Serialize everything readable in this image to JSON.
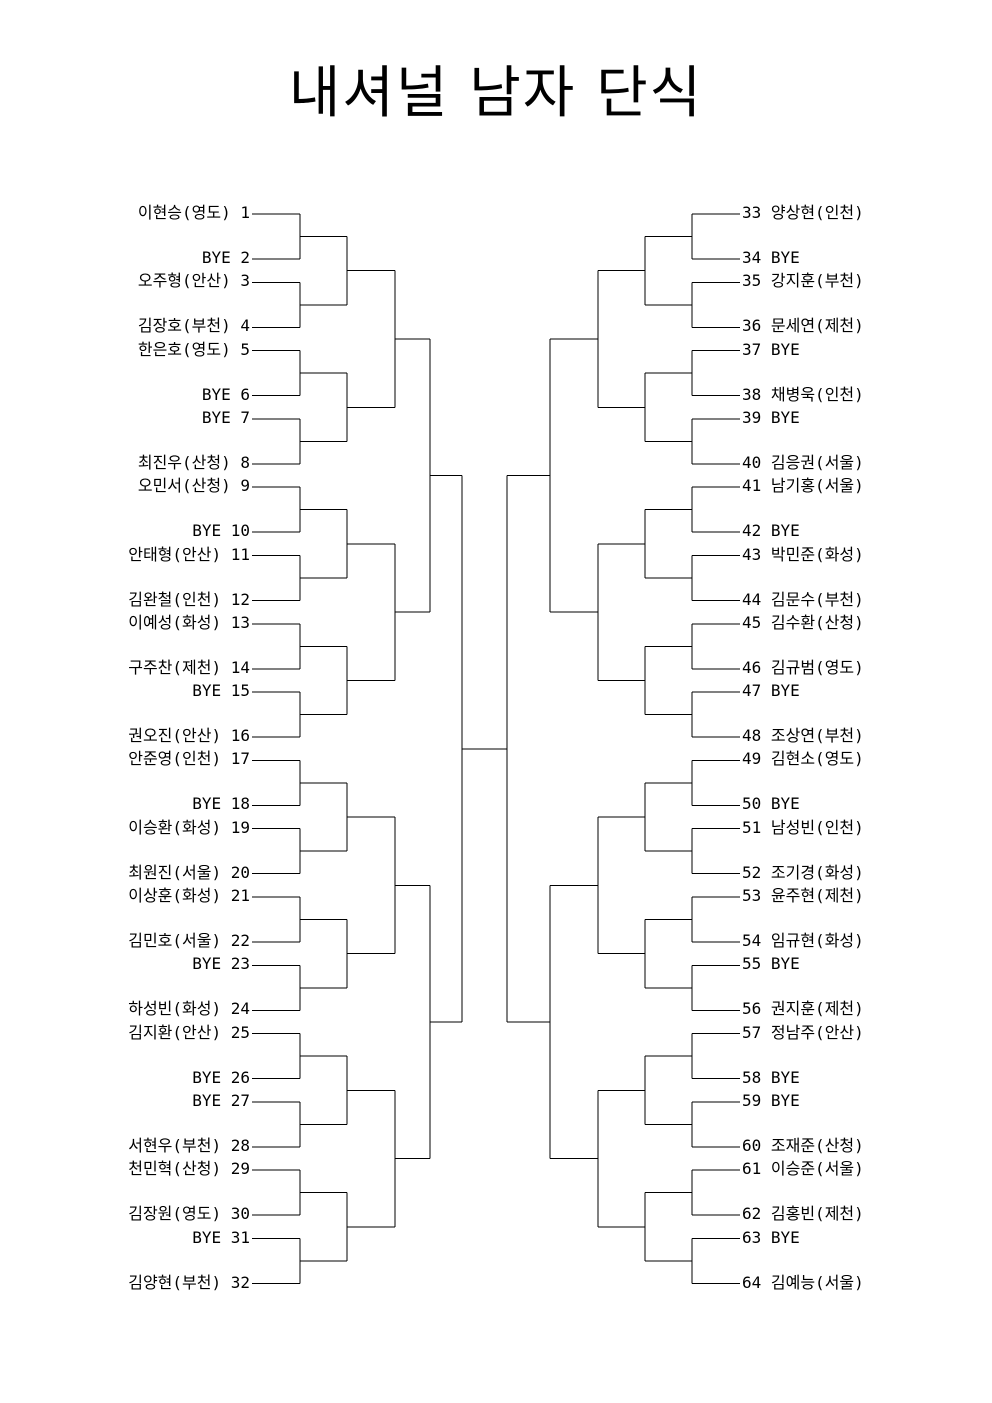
{
  "title": "내셔널 남자 단식",
  "left_players": [
    "이현승(영도) 1",
    "BYE 2",
    "오주형(안산) 3",
    "김장호(부천) 4",
    "한은호(영도) 5",
    "BYE 6",
    "BYE 7",
    "최진우(산청) 8",
    "오민서(산청) 9",
    "BYE 10",
    "안태형(안산) 11",
    "김완철(인천) 12",
    "이예성(화성) 13",
    "구주찬(제천) 14",
    "BYE 15",
    "권오진(안산) 16",
    "안준영(인천) 17",
    "BYE 18",
    "이승환(화성) 19",
    "최원진(서울) 20",
    "이상훈(화성) 21",
    "김민호(서울) 22",
    "BYE 23",
    "하성빈(화성) 24",
    "김지환(안산) 25",
    "BYE 26",
    "BYE 27",
    "서현우(부천) 28",
    "천민혁(산청) 29",
    "김장원(영도) 30",
    "BYE 31",
    "김양현(부천) 32"
  ],
  "right_players": [
    "33 양상현(인천)",
    "34 BYE",
    "35 강지훈(부천)",
    "36 문세연(제천)",
    "37 BYE",
    "38 채병욱(인천)",
    "39 BYE",
    "40 김응권(서울)",
    "41 남기홍(서울)",
    "42 BYE",
    "43 박민준(화성)",
    "44 김문수(부천)",
    "45 김수환(산청)",
    "46 김규범(영도)",
    "47 BYE",
    "48 조상연(부천)",
    "49 김현소(영도)",
    "50 BYE",
    "51 남성빈(인천)",
    "52 조기경(화성)",
    "53 윤주현(제천)",
    "54 임규현(화성)",
    "55 BYE",
    "56 권지훈(제천)",
    "57 정남주(안산)",
    "58 BYE",
    "59 BYE",
    "60 조재준(산청)",
    "61 이승준(서울)",
    "62 김홍빈(제천)",
    "63 BYE",
    "64 김예능(서울)"
  ]
}
